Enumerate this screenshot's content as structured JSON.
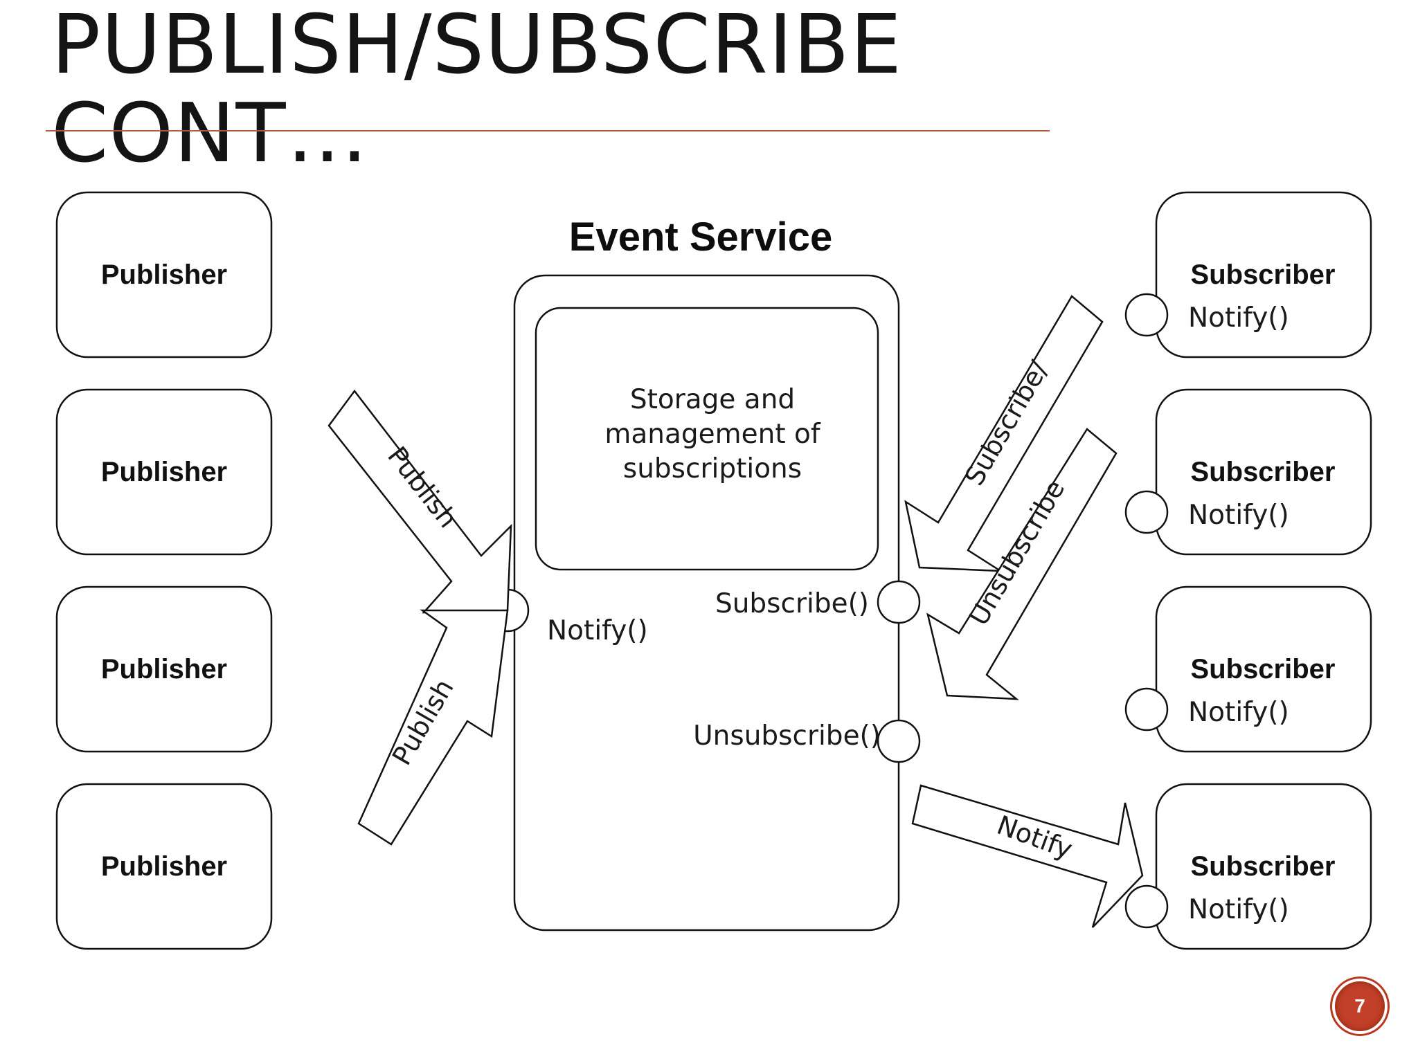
{
  "slide": {
    "title_line_1": "PUBLISH/SUBSCRIBE",
    "title_line_2": "CONT…",
    "page_number": "7",
    "accent_color": "#c2402a",
    "rule_color": "#b35a3e"
  },
  "diagram": {
    "service_title": "Event Service",
    "storage_text": [
      "Storage and",
      "management of",
      "subscriptions"
    ],
    "service_notify": "Notify()",
    "subscribe_op": "Subscribe()",
    "unsubscribe_op": "Unsubscribe()",
    "publishers": [
      {
        "label": "Publisher"
      },
      {
        "label": "Publisher"
      },
      {
        "label": "Publisher"
      },
      {
        "label": "Publisher"
      }
    ],
    "subscribers": [
      {
        "label": "Subscriber",
        "method": "Notify()"
      },
      {
        "label": "Subscriber",
        "method": "Notify()"
      },
      {
        "label": "Subscriber",
        "method": "Notify()"
      },
      {
        "label": "Subscriber",
        "method": "Notify()"
      }
    ],
    "arrows": {
      "publish_top": "Publish",
      "publish_bottom": "Publish",
      "subscribe": "Subscribe/",
      "unsubscribe": "Unsubscribe",
      "notify": "Notify"
    }
  }
}
